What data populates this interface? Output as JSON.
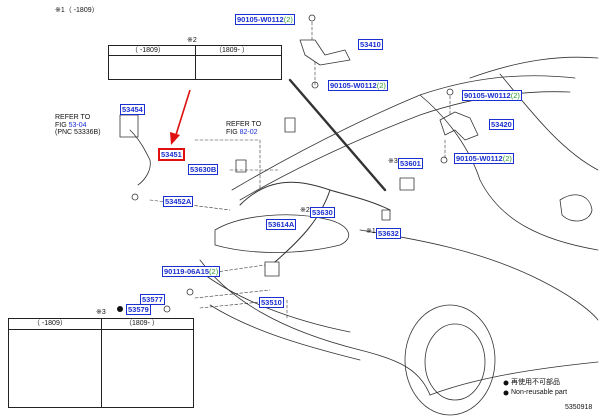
{
  "top_note": "※1（ -1809）",
  "figure_id": "5350918",
  "callout2": {
    "marker": "※2",
    "col1": "（ -1809）",
    "col2": "（1809- ）"
  },
  "callout3": {
    "marker": "※3",
    "col1": "（ -1809）",
    "col2": "（1809- ）"
  },
  "markers": {
    "m1": "※1",
    "m2": "※2",
    "m3": "※3"
  },
  "refs": {
    "r1_line1": "REFER TO",
    "r1_line2_a": "FIG ",
    "r1_line2_b": "53-04",
    "r1_line3": "(PNC 53336B)",
    "r2_line1": "REFER TO",
    "r2_line2_a": "FIG ",
    "r2_line2_b": "82-02"
  },
  "parts": {
    "p90105_W0112_top": "90105-W0112",
    "p90105_W0112_mid": "90105-W0112",
    "p90105_W0112_r1": "90105-W0112",
    "p90105_W0112_r2": "90105-W0112",
    "p90119_06A15": "90119-06A15",
    "p53410": "53410",
    "p53420": "53420",
    "p53454": "53454",
    "p53451": "53451",
    "p53630B": "53630B",
    "p53452A": "53452A",
    "p53601": "53601",
    "p53630": "53630",
    "p53614A": "53614A",
    "p53632": "53632",
    "p53577": "53577",
    "p53579": "53579",
    "p53510": "53510",
    "qty2": "(2)"
  },
  "legend": {
    "line1": "再使用不可部品",
    "line2": "Non-reusable part"
  }
}
